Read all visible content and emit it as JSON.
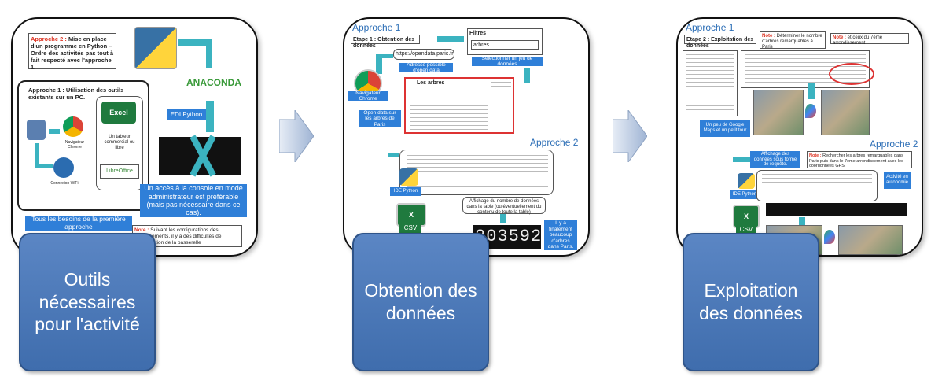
{
  "panels": {
    "p1": {
      "approach2_note_title": "Approche 2 :",
      "approach2_note": "Mise en place d'un programme en Python – Ordre des activités pas tout à fait respecté avec l'approche 1.",
      "approach1_title": "Approche 1 : Utilisation des outils existants sur un PC.",
      "anaconda": "ANACONDA",
      "edi_python": "EDI Python",
      "excel": "Excel",
      "browser_label": "Navigateur Chrome",
      "tablet_label": "Un tableur commercial ou libre",
      "libreoffice": "LibreOffice",
      "connexion": "Connexion WiFi",
      "admin_console": "Un accès à la console en mode administrateur est préférable (mais pas nécessaire dans ce cas).",
      "needs": "Tous les besoins de la première approche",
      "note_title": "Note :",
      "note": "Suivant les configurations des établissements, il y a des difficultés de configuration de la passerelle"
    },
    "p2": {
      "approach1": "Approche 1",
      "step1": "Etape 1 : Obtention des données",
      "url": "https://opendata.paris.fr",
      "url_label": "Adresse possible d'open data",
      "filters": "Filtres",
      "filter_value": "arbres",
      "select_label": "Sélectionner un jeu de données",
      "browser_label": "Navigateur Chrome",
      "opendata_label": "Open data sur les arbres de Paris",
      "dataset_title": "Les arbres",
      "approach2": "Approche 2",
      "ide_label": "IDE Python",
      "csv": "CSV",
      "count_label": "Affichage du nombre de données dans la table (ou éventuellement du contenu de toute la table)",
      "counter": "203592",
      "trees_label": "Il y a finalement beaucoup d'arbres dans Paris."
    },
    "p3": {
      "approach1": "Approche 1",
      "step2": "Etape 2 : Exploitation des données",
      "note1_title": "Note :",
      "note1": "Déterminer le nombre d'arbres remarquables à Paris",
      "note2_title": "Note :",
      "note2": "et ceux du 7ème arrondissement",
      "maps_label": "Un peu de Google Maps et un petit tour",
      "approach2": "Approche 2",
      "display_label": "Affichage des données sous forme de requête.",
      "note3_title": "Note :",
      "note3": "Rechercher les arbres remarquables dans Paris puis dans le 7ème arrondissement avec les coordonnées GPS.",
      "ide_label": "IDE Python",
      "activity_label": "Activité en autonomie",
      "csv": "CSV"
    }
  },
  "captions": {
    "c1": "Outils nécessaires pour l'activité",
    "c2": "Obtention des données",
    "c3": "Exploitation des données"
  }
}
